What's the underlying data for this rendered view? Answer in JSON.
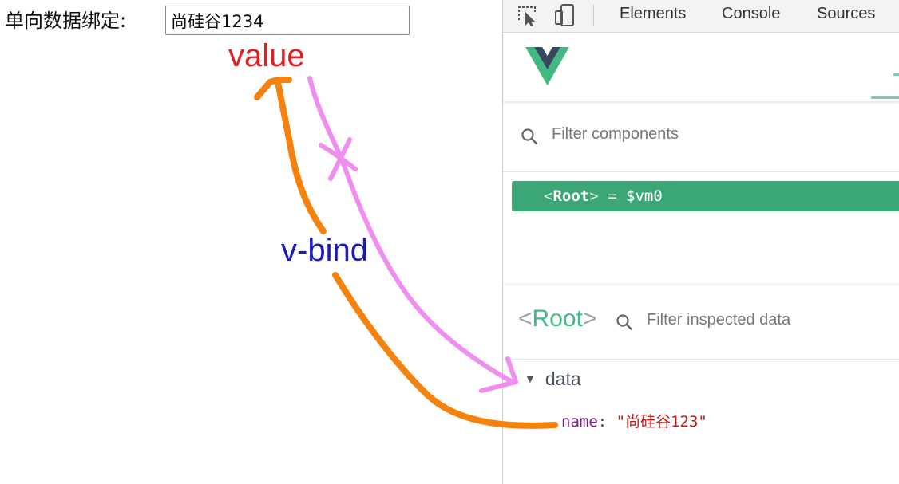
{
  "page": {
    "label": "单向数据绑定:",
    "input_value": "尚硅谷1234"
  },
  "devtools": {
    "tabs": [
      "Elements",
      "Console",
      "Sources"
    ],
    "tool_icons": [
      "inspect-element-icon",
      "device-toolbar-icon"
    ],
    "vue": {
      "logo": "vue-logo",
      "component_filter_placeholder": "Filter components",
      "root_row": {
        "open": "<",
        "tag": "Root",
        "close": ">",
        "assign": "=",
        "var": "$vm0"
      },
      "inspector": {
        "open": "<",
        "title": "Root",
        "close": ">",
        "filter_placeholder": "Filter inspected data"
      },
      "data_section": {
        "title": "data",
        "props": [
          {
            "key": "name",
            "value": "\"尚硅谷123\""
          }
        ]
      }
    }
  },
  "annotations": {
    "top_label": "value",
    "middle_label": "v-bind",
    "arrow_colors": {
      "orange": "#f5820d",
      "pink": "#f08ef0"
    },
    "label_colors": {
      "value": "#dd1f1f",
      "v_bind": "#1a1ab8"
    }
  },
  "colors": {
    "vue_green": "#42b983",
    "selected_row": "#3ba776"
  }
}
